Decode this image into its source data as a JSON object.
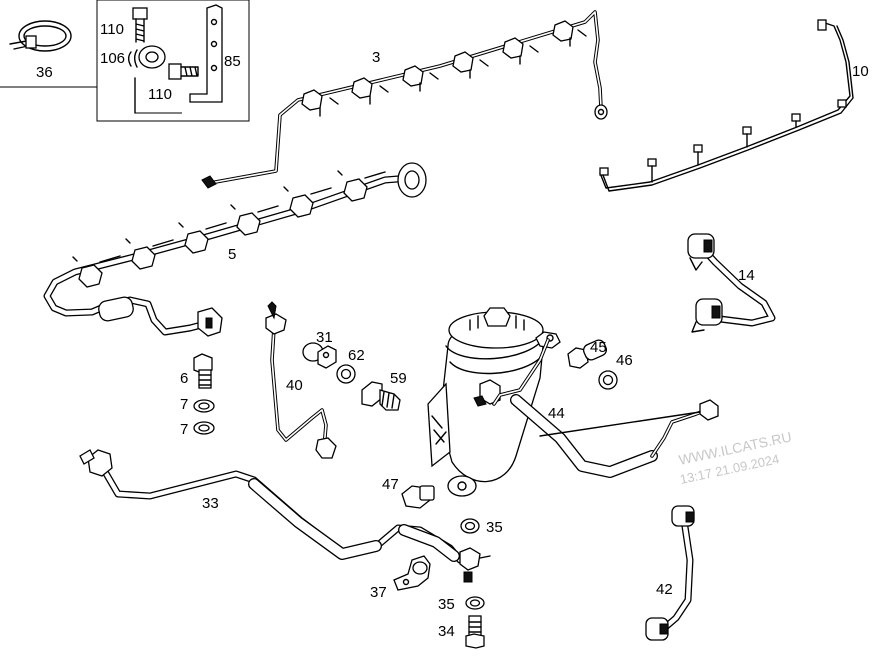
{
  "watermark": {
    "site": "WWW.ILCATS.RU",
    "stamp": "13:17 21.09.2024"
  },
  "parts": [
    {
      "id": "p36",
      "label": "36"
    },
    {
      "id": "p110a",
      "label": "110"
    },
    {
      "id": "p106",
      "label": "106"
    },
    {
      "id": "p110b",
      "label": "110"
    },
    {
      "id": "p85",
      "label": "85"
    },
    {
      "id": "p3",
      "label": "3"
    },
    {
      "id": "p10",
      "label": "10"
    },
    {
      "id": "p5",
      "label": "5"
    },
    {
      "id": "p14",
      "label": "14"
    },
    {
      "id": "p6",
      "label": "6"
    },
    {
      "id": "p7a",
      "label": "7"
    },
    {
      "id": "p7b",
      "label": "7"
    },
    {
      "id": "p31",
      "label": "31"
    },
    {
      "id": "p62",
      "label": "62"
    },
    {
      "id": "p59",
      "label": "59"
    },
    {
      "id": "p40",
      "label": "40"
    },
    {
      "id": "p45",
      "label": "45"
    },
    {
      "id": "p46",
      "label": "46"
    },
    {
      "id": "p44",
      "label": "44"
    },
    {
      "id": "p33",
      "label": "33"
    },
    {
      "id": "p47",
      "label": "47"
    },
    {
      "id": "p35a",
      "label": "35"
    },
    {
      "id": "p37",
      "label": "37"
    },
    {
      "id": "p35b",
      "label": "35"
    },
    {
      "id": "p34",
      "label": "34"
    },
    {
      "id": "p42",
      "label": "42"
    }
  ]
}
